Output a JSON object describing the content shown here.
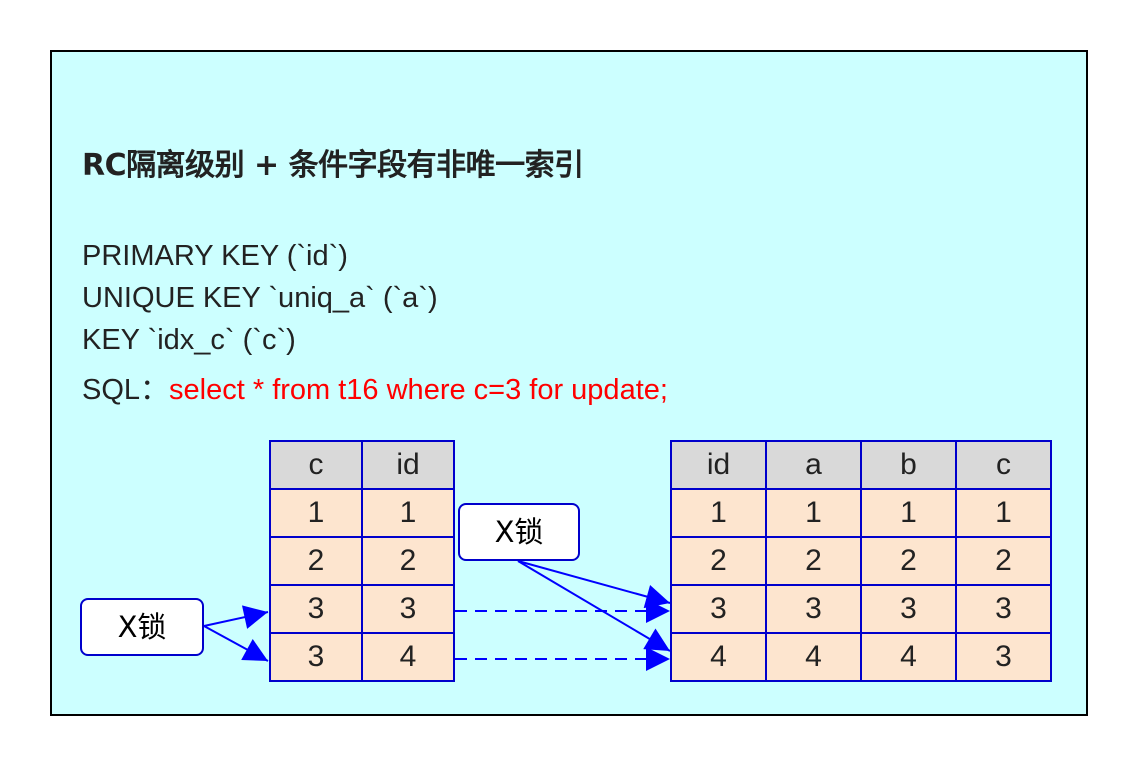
{
  "title": "RC隔离级别 + 条件字段有非唯一索引",
  "keys": [
    "PRIMARY KEY (`id`)",
    "UNIQUE KEY `uniq_a` (`a`)",
    "KEY `idx_c` (`c`)"
  ],
  "sql": {
    "label": "SQL：",
    "code": "select * from t16 where c=3 for update;"
  },
  "secondary_index": {
    "headers": [
      "c",
      "id"
    ],
    "rows": [
      [
        "1",
        "1"
      ],
      [
        "2",
        "2"
      ],
      [
        "3",
        "3"
      ],
      [
        "3",
        "4"
      ]
    ]
  },
  "primary_index": {
    "headers": [
      "id",
      "a",
      "b",
      "c"
    ],
    "rows": [
      [
        "1",
        "1",
        "1",
        "1"
      ],
      [
        "2",
        "2",
        "2",
        "2"
      ],
      [
        "3",
        "3",
        "3",
        "3"
      ],
      [
        "4",
        "4",
        "4",
        "3"
      ]
    ]
  },
  "locks": {
    "secondary": "X锁",
    "primary": "X锁"
  },
  "colors": {
    "panel": "#ccffff",
    "border": "#0000cc",
    "header": "#d9d9d9",
    "cell": "#fde5cf",
    "arrow": "#0000ff",
    "sql": "#ff0000"
  }
}
